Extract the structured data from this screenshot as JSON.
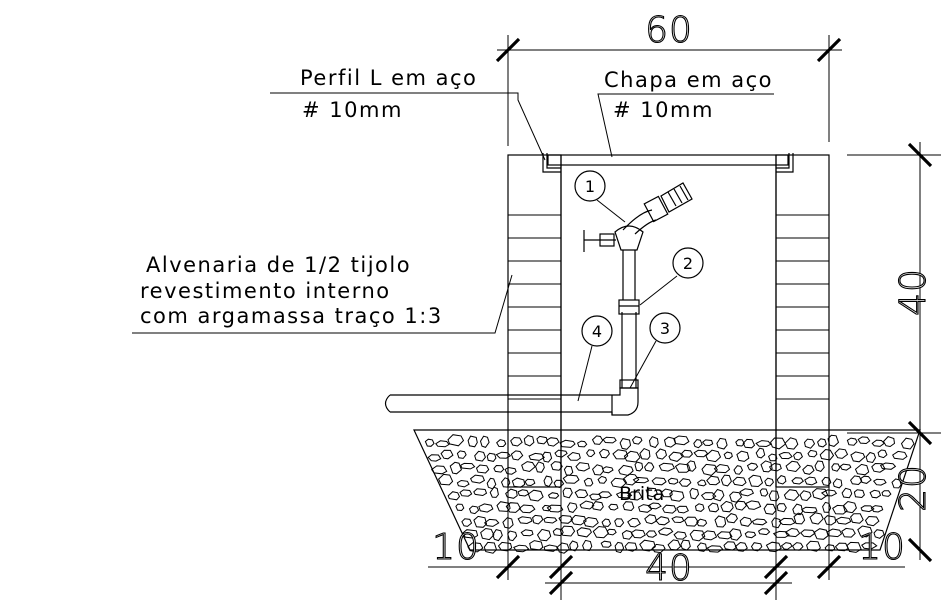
{
  "labels": {
    "perfil_line1": "Perfil L em aço",
    "perfil_line2": "# 10mm",
    "chapa_line1": "Chapa em aço",
    "chapa_line2": "# 10mm",
    "alvenaria_line1": "Alvenaria de 1/2 tijolo",
    "alvenaria_line2": "revestimento interno",
    "alvenaria_line3": "com argamassa traço 1:3",
    "brita": "Brita"
  },
  "dimensions": {
    "top_width": "60",
    "height": "40",
    "base_depth": "20",
    "inner_width": "40",
    "left_offset": "10",
    "right_offset": "10"
  },
  "balloons": [
    "1",
    "2",
    "3",
    "4"
  ]
}
